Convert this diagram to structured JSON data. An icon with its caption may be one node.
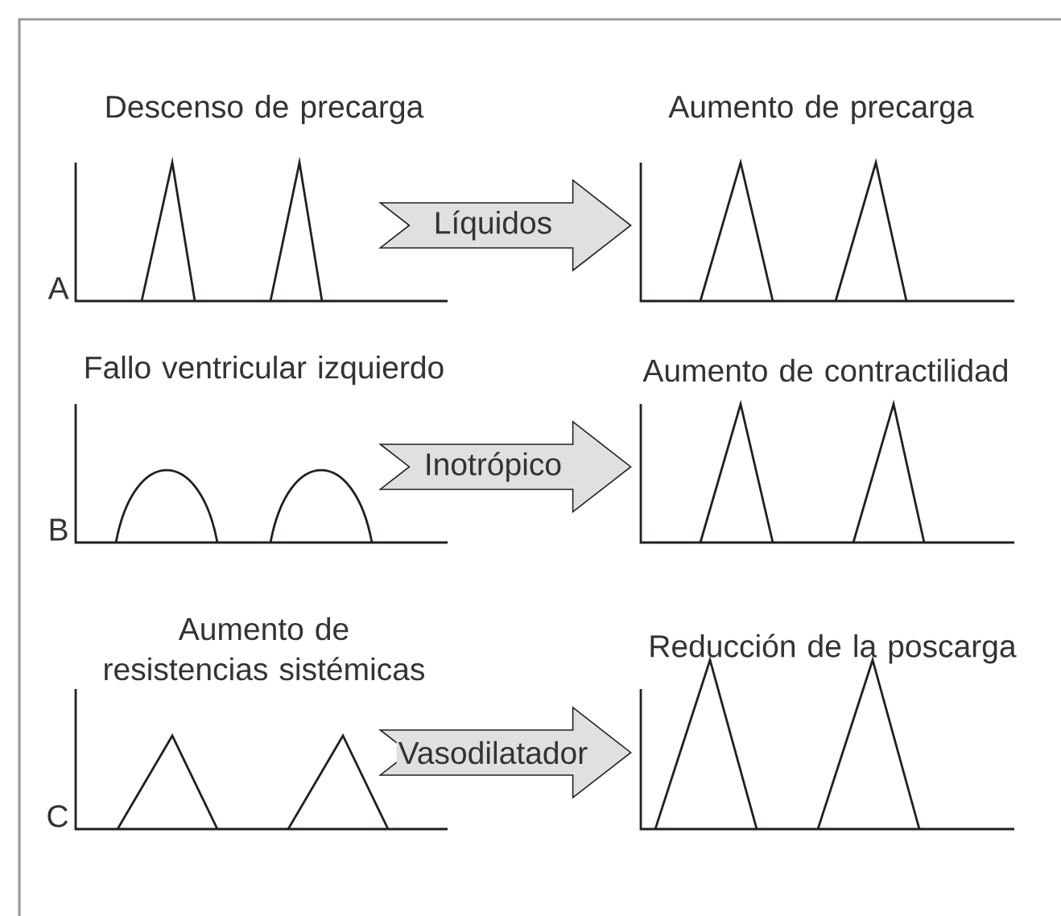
{
  "diagram": {
    "nodes": [
      {
        "text": [
          "Descenso de precarga"
        ]
      },
      {
        "text": [
          "Aumento de precarga"
        ]
      },
      {
        "text": [
          "Fallo ventricular izquierdo"
        ]
      },
      {
        "text": [
          "Aumento de contractilidad"
        ]
      },
      {
        "text": [
          "Aumento de resistencias sistémicas"
        ]
      },
      {
        "text": [
          "Reducción de la poscarga"
        ]
      }
    ],
    "edges": [
      {
        "from": 0,
        "to": 1,
        "arrow": "to",
        "label": "Líquidos"
      },
      {
        "from": 2,
        "to": 3,
        "arrow": "to",
        "label": "Inotrópico"
      },
      {
        "from": 4,
        "to": 5,
        "arrow": "to",
        "label": "Vasodilatador"
      }
    ],
    "labels": [
      "A",
      "B",
      "C"
    ]
  }
}
